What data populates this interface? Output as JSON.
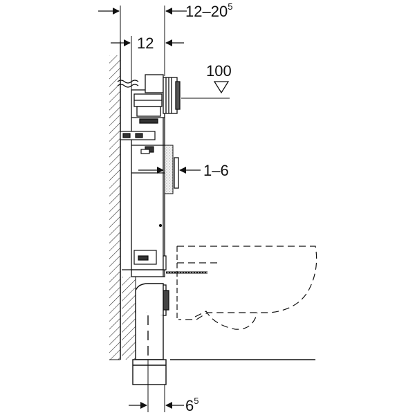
{
  "dimensions": {
    "top_range": {
      "base": "12–20",
      "sup": "5"
    },
    "wall_offset": {
      "base": "12"
    },
    "height_mark": {
      "base": "100"
    },
    "adjust_range": {
      "base": "1–6"
    },
    "bottom_offset": {
      "base": "6",
      "sup": "5"
    }
  },
  "colors": {
    "line": "#111111",
    "hatch": "#333333",
    "foam": "#bbbbbb",
    "paper": "#ffffff"
  }
}
